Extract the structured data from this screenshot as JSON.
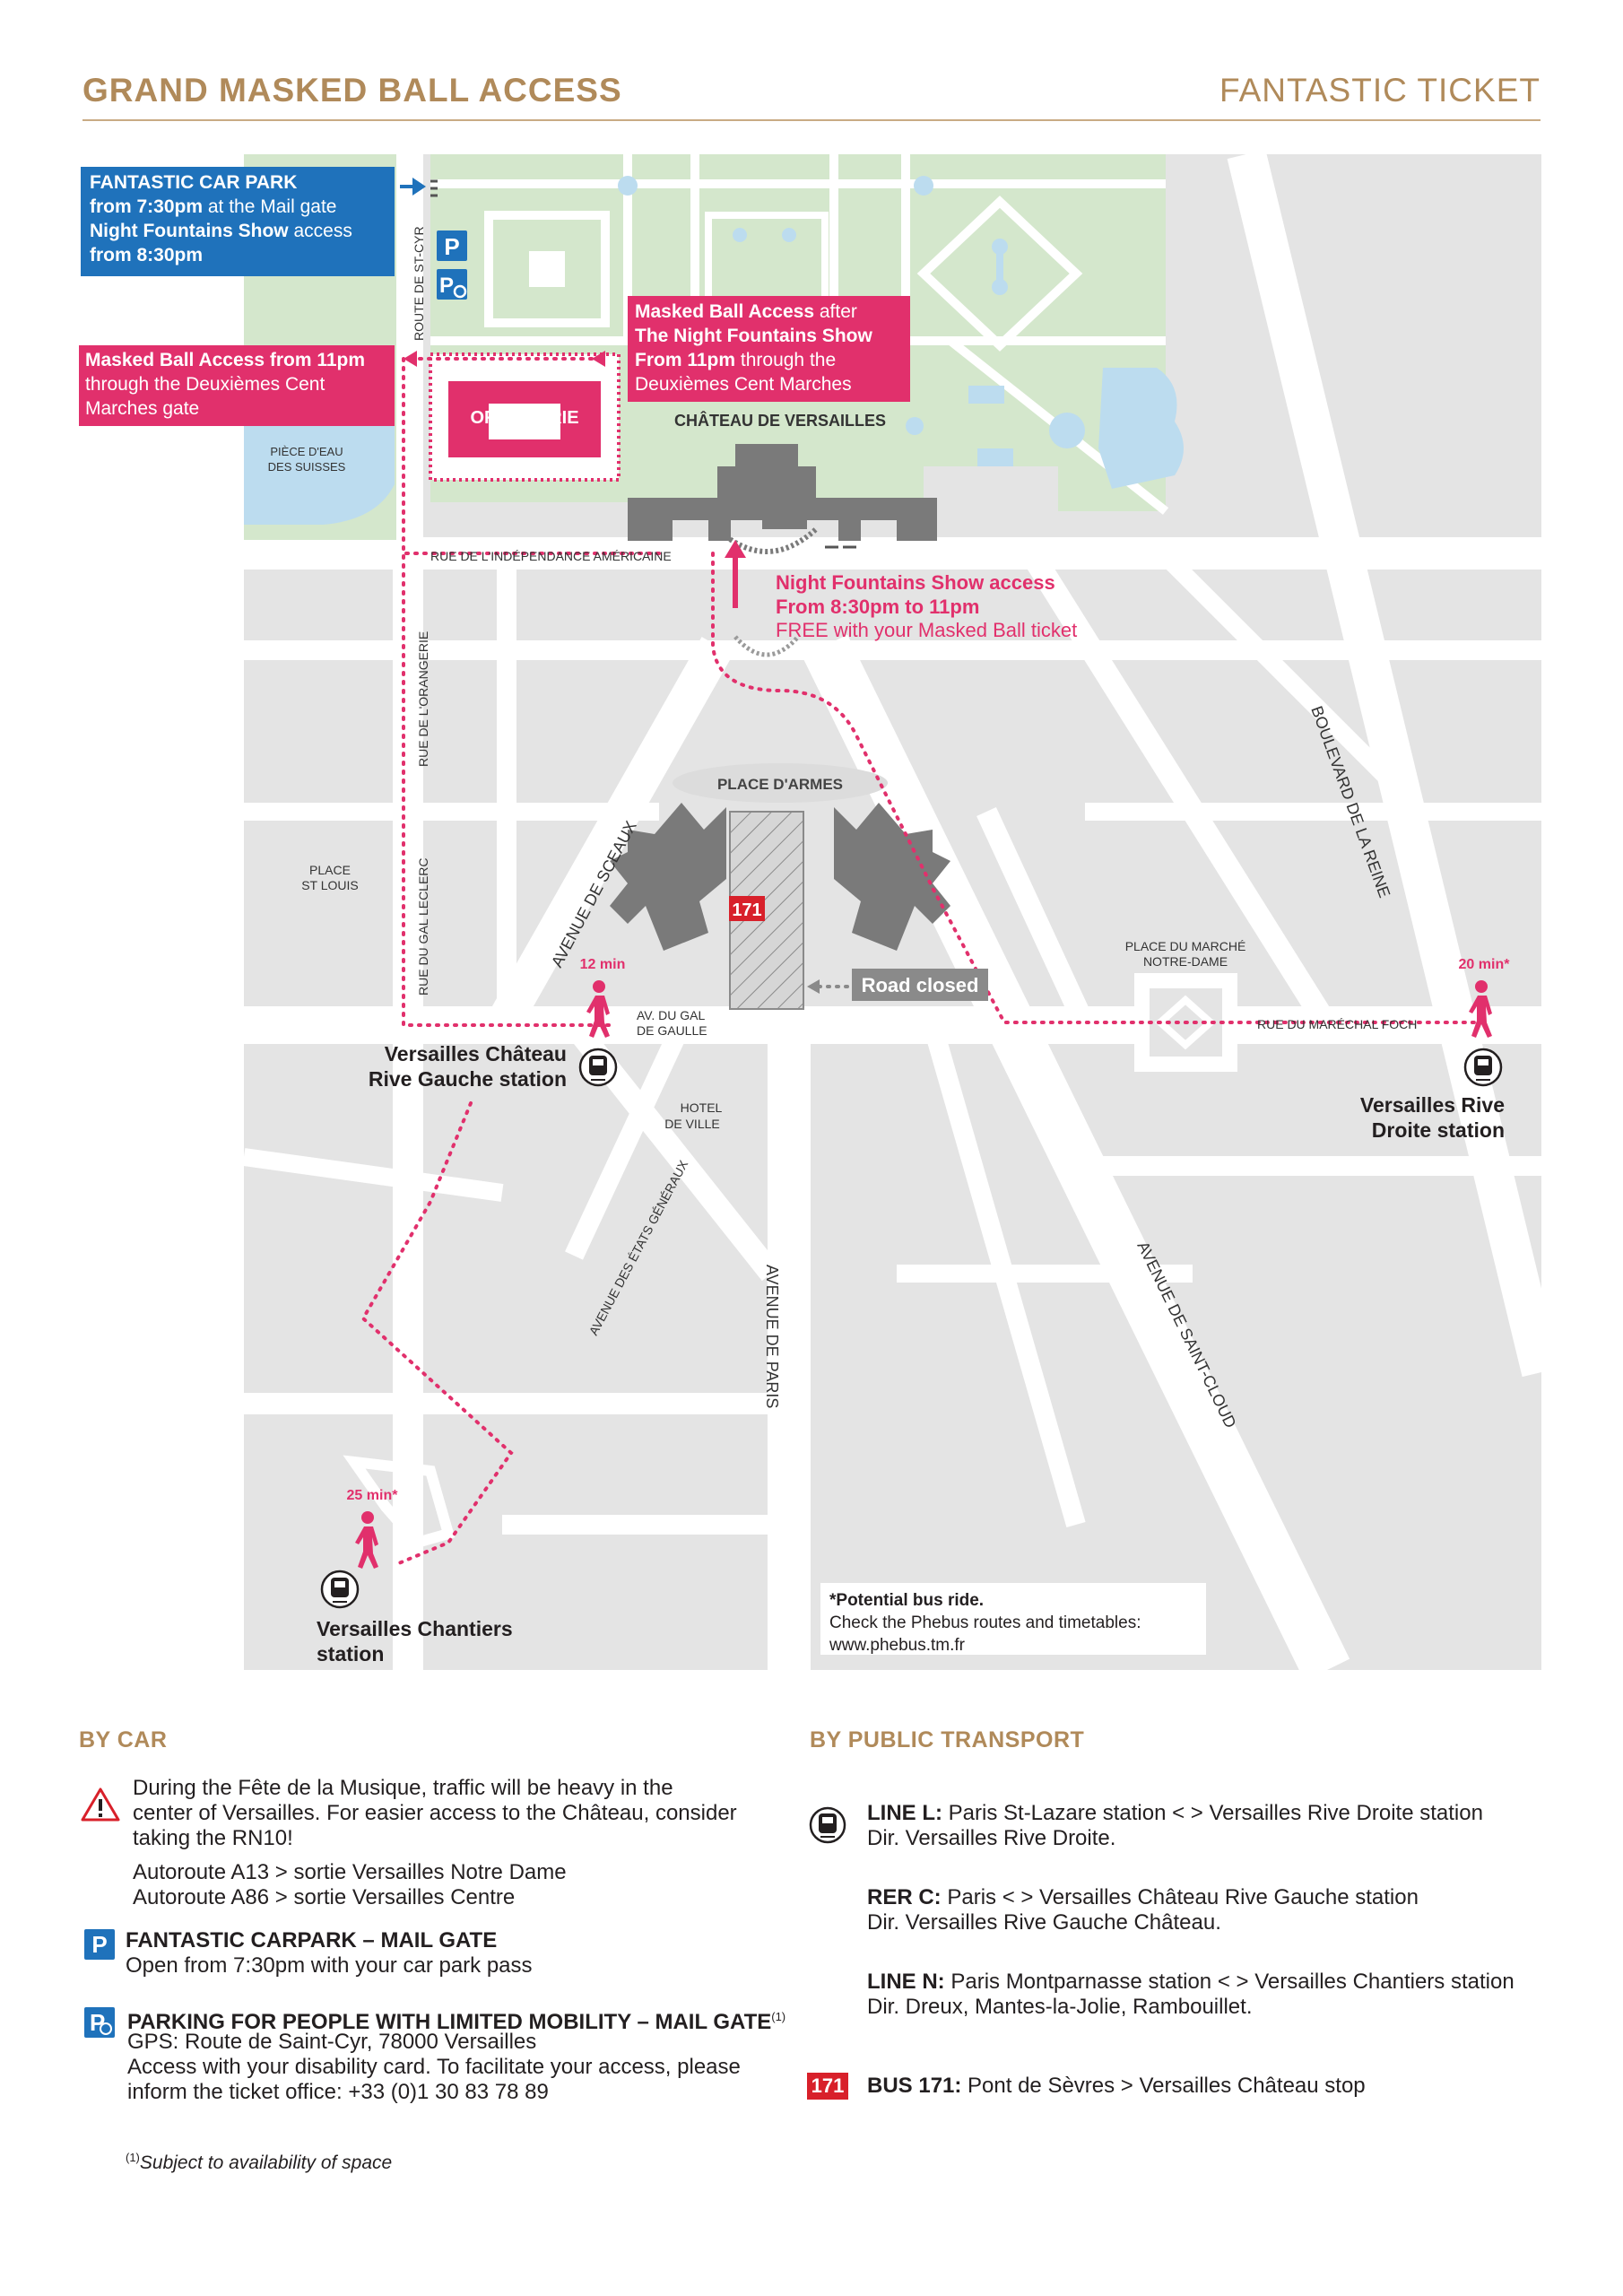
{
  "header": {
    "title": "GRAND MASKED BALL ACCESS",
    "ticket": "FANTASTIC TICKET"
  },
  "callouts": {
    "car_park": {
      "l1": "FANTASTIC CAR PARK",
      "l2a": "from 7:30pm",
      "l2b": " at the Mail gate",
      "l3a": "Night Fountains Show",
      "l3b": " access",
      "l4": "from 8:30pm"
    },
    "masked_11pm": {
      "l1": "Masked Ball Access from 11pm",
      "l2": "through the Deuxièmes Cent",
      "l3": "Marches gate"
    },
    "masked_after": {
      "l1a": "Masked Ball Access",
      "l1b": " after",
      "l2": "The Night Fountains Show",
      "l3a": "From 11pm",
      "l3b": " through the",
      "l4": "Deuxièmes Cent Marches"
    },
    "night_show": {
      "l1": "Night Fountains Show access",
      "l2": "From 8:30pm to 11pm",
      "l3": "FREE with your Masked Ball ticket"
    },
    "road_closed": "Road closed",
    "bus_note": {
      "l1": "*Potential bus ride.",
      "l2": "Check the Phebus routes and timetables:",
      "l3": "www.phebus.tm.fr"
    }
  },
  "map_labels": {
    "orangerie": "ORANGERIE",
    "chateau": "CHÂTEAU DE VERSAILLES",
    "piece_eau_1": "PIÈCE D'EAU",
    "piece_eau_2": "DES SUISSES",
    "route_st_cyr": "ROUTE DE ST-CYR",
    "rue_independance": "RUE DE L'INDÉPENDANCE AMÉRICAINE",
    "rue_orangerie": "RUE DE L'ORANGERIE",
    "rue_gal_leclerc": "RUE DU GAL LECLERC",
    "place_armes": "PLACE D'ARMES",
    "avenue_sceaux": "AVENUE DE SCEAUX",
    "boulevard_reine": "BOULEVARD DE LA REINE",
    "place_st_louis_1": "PLACE",
    "place_st_louis_2": "ST LOUIS",
    "place_marche_1": "PLACE DU MARCHÉ",
    "place_marche_2": "NOTRE-DAME",
    "av_gal_gaulle_1": "AV. DU GAL",
    "av_gal_gaulle_2": "DE GAULLE",
    "rue_foch": "RUE DU MARÉCHAL FOCH",
    "hotel_ville_1": "HOTEL",
    "hotel_ville_2": "DE VILLE",
    "av_etats": "AVENUE DES ÉTATS GÉNÉRAUX",
    "av_paris": "AVENUE DE PARIS",
    "av_st_cloud": "AVENUE DE SAINT-CLOUD",
    "bus_no": "171",
    "walk_12": "12 min",
    "walk_20": "20 min*",
    "walk_25": "25 min*",
    "station_rg_1": "Versailles Château",
    "station_rg_2": "Rive Gauche station",
    "station_rd_1": "Versailles Rive",
    "station_rd_2": "Droite station",
    "station_ch_1": "Versailles Chantiers",
    "station_ch_2": "station",
    "p_sign": "P"
  },
  "by_car": {
    "title": "BY CAR",
    "warn_1": "During the Fête de la Musique, traffic will be heavy in the",
    "warn_2": "center of Versailles. For easier access to the Château, consider",
    "warn_3": "taking the RN10!",
    "route_1": "Autoroute A13 > sortie Versailles Notre Dame",
    "route_2": "Autoroute A86 > sortie Versailles Centre",
    "carpark_title": "FANTASTIC CARPARK – MAIL GATE",
    "carpark_desc": "Open from 7:30pm with your car park pass",
    "pmr_title": "PARKING FOR PEOPLE WITH LIMITED MOBILITY – MAIL GATE",
    "pmr_sup": "(1)",
    "pmr_1": "GPS: Route de Saint-Cyr, 78000 Versailles",
    "pmr_2": "Access with your disability card. To facilitate your access, please",
    "pmr_3": "inform the ticket office: +33 (0)1 30 83 78 89",
    "foot_sup": "(1)",
    "foot": "Subject to availability of space"
  },
  "by_public": {
    "title": "BY PUBLIC TRANSPORT",
    "l_label": "LINE L:",
    "l_1": " Paris St-Lazare station < > Versailles Rive Droite station",
    "l_2": "Dir. Versailles Rive Droite.",
    "rer_label": "RER C:",
    "rer_1": " Paris < > Versailles Château Rive Gauche station",
    "rer_2": "Dir. Versailles Rive Gauche Château.",
    "n_label": "LINE N:",
    "n_1": " Paris Montparnasse station < > Versailles Chantiers station",
    "n_2": "Dir. Dreux, Mantes-la-Jolie, Rambouillet.",
    "bus_tag": "171",
    "bus_label": "BUS 171:",
    "bus_1": " Pont de Sèvres > Versailles Château stop"
  },
  "colors": {
    "gold": "#b08a5a",
    "pink": "#e1306c",
    "blue": "#1f72bb",
    "block": "#e4e4e4",
    "garden": "#d4e7cc",
    "water": "#bcdcef",
    "building": "#7a7a7a"
  }
}
